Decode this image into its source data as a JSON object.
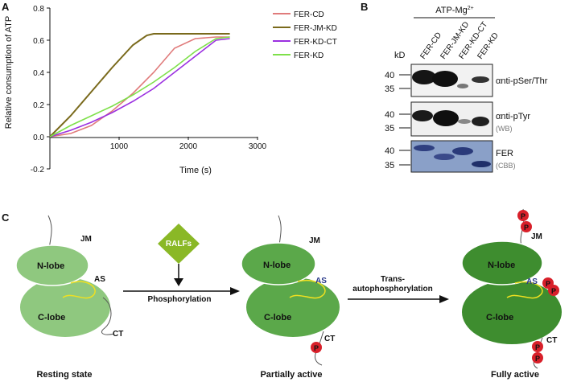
{
  "panels": {
    "a": "A",
    "b": "B",
    "c": "C"
  },
  "chart_data": {
    "type": "line",
    "ylabel": "Relative consumption of ATP",
    "xlabel": "Time (s)",
    "xlim": [
      0,
      3000
    ],
    "ylim": [
      -0.2,
      0.8
    ],
    "xticks": [
      "1000",
      "2000",
      "3000"
    ],
    "yticks": [
      "-0.2",
      "0.0",
      "0.2",
      "0.4",
      "0.6",
      "0.8"
    ],
    "legend_position": "top-right",
    "series": [
      {
        "name": "FER-CD",
        "color": "#e07b7b",
        "x": [
          0,
          300,
          600,
          900,
          1200,
          1500,
          1800,
          2100,
          2400,
          2600
        ],
        "y": [
          0,
          0.02,
          0.07,
          0.16,
          0.27,
          0.4,
          0.55,
          0.61,
          0.62,
          0.62
        ]
      },
      {
        "name": "FER-JM-KD",
        "color": "#7a6a1c",
        "x": [
          0,
          300,
          600,
          900,
          1200,
          1400,
          1500,
          1800,
          2100,
          2400,
          2600
        ],
        "y": [
          0,
          0.13,
          0.28,
          0.43,
          0.57,
          0.63,
          0.64,
          0.64,
          0.64,
          0.64,
          0.64
        ]
      },
      {
        "name": "FER-KD-CT",
        "color": "#9b30e0",
        "x": [
          0,
          300,
          600,
          900,
          1200,
          1500,
          1800,
          2100,
          2400,
          2600
        ],
        "y": [
          0,
          0.04,
          0.09,
          0.15,
          0.22,
          0.3,
          0.4,
          0.5,
          0.6,
          0.61
        ]
      },
      {
        "name": "FER-KD",
        "color": "#7ee04a",
        "x": [
          0,
          300,
          600,
          900,
          1200,
          1500,
          1800,
          2100,
          2400,
          2600
        ],
        "y": [
          0,
          0.07,
          0.13,
          0.19,
          0.26,
          0.34,
          0.43,
          0.53,
          0.61,
          0.62
        ]
      }
    ]
  },
  "blot": {
    "treatment": "ATP-Mg",
    "treatment_sup": "2+",
    "lanes": [
      "FER-CD",
      "FER-JM-KD",
      "FER-KD-CT",
      "FER-KD"
    ],
    "kd_label": "kD",
    "rows": [
      {
        "markers": [
          "40",
          "35"
        ],
        "label": "αnti-pSer/Thr",
        "sublabel": ""
      },
      {
        "markers": [
          "40",
          "35"
        ],
        "label": "αnti-pTyr",
        "sublabel": "(WB)"
      },
      {
        "markers": [
          "40",
          "35"
        ],
        "label": "FER",
        "sublabel": "(CBB)"
      }
    ]
  },
  "diagram": {
    "states": [
      "Resting state",
      "Partially active",
      "Fully active"
    ],
    "n_lobe": "N-lobe",
    "c_lobe": "C-lobe",
    "jm": "JM",
    "as": "AS",
    "ct": "CT",
    "ralfs": "RALFs",
    "step1": "Phosphorylation",
    "step2_line1": "Trans-",
    "step2_line2": "autophosphorylation",
    "p": "P",
    "colors": {
      "resting": "#8fc87f",
      "partial": "#5ba84a",
      "full": "#3e8d2f",
      "ralfs": "#8ab826",
      "phospho": "#d8202a",
      "loop": "#f0e020"
    }
  }
}
